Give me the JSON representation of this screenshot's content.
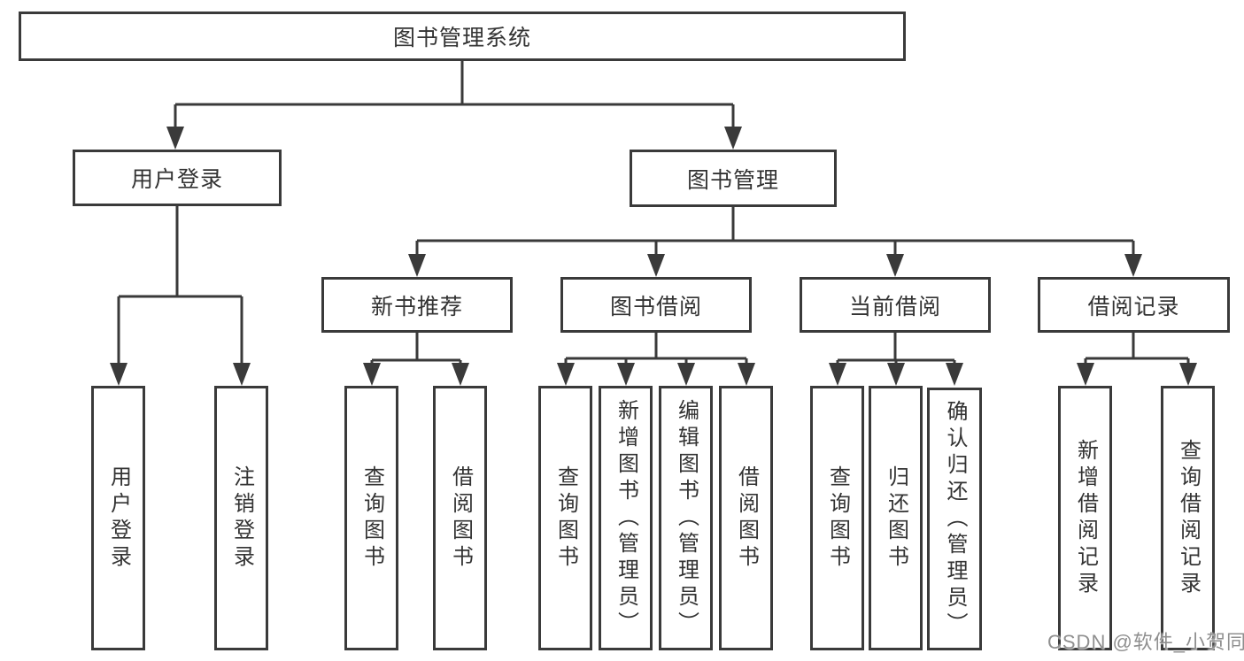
{
  "tree": {
    "root": {
      "label": "图书管理系统"
    },
    "branches": [
      {
        "label": "用户登录",
        "leaves": [
          {
            "label": "用户登录"
          },
          {
            "label": "注销登录"
          }
        ]
      },
      {
        "label": "图书管理",
        "groups": [
          {
            "label": "新书推荐",
            "leaves": [
              {
                "label": "查询图书"
              },
              {
                "label": "借阅图书"
              }
            ]
          },
          {
            "label": "图书借阅",
            "leaves": [
              {
                "label": "查询图书"
              },
              {
                "label": "新增图书（管理员）"
              },
              {
                "label": "编辑图书（管理员）"
              },
              {
                "label": "借阅图书"
              }
            ]
          },
          {
            "label": "当前借阅",
            "leaves": [
              {
                "label": "查询图书"
              },
              {
                "label": "归还图书"
              },
              {
                "label": "确认归还（管理员）"
              }
            ]
          },
          {
            "label": "借阅记录",
            "leaves": [
              {
                "label": "新增借阅记录"
              },
              {
                "label": "查询借阅记录"
              }
            ]
          }
        ]
      }
    ]
  },
  "watermark": {
    "text": "CSDN @软件_小贺同学"
  },
  "colors": {
    "line": "#3a3a3a",
    "text": "#333333",
    "watermark": "#8f8f8f",
    "bg": "#ffffff"
  }
}
